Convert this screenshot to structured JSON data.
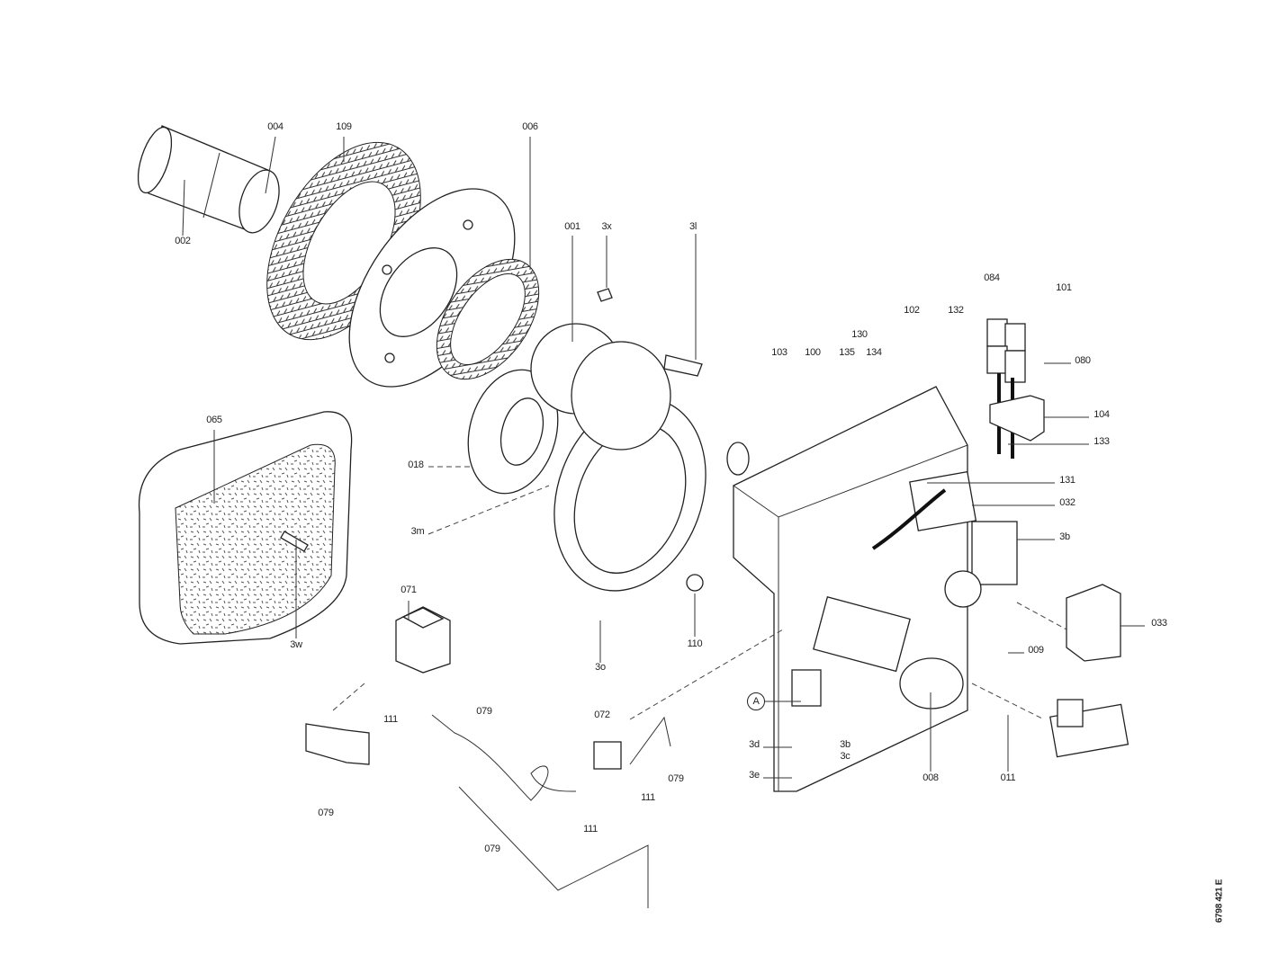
{
  "labels": [
    "004",
    "109",
    "006",
    "002",
    "001",
    "3x",
    "3l",
    "084",
    "101",
    "102",
    "132",
    "130",
    "103",
    "100",
    "135",
    "134",
    "080",
    "104",
    "133",
    "131",
    "032",
    "3b",
    "033",
    "009",
    "065",
    "018",
    "3m",
    "110",
    "3o",
    "3w",
    "071",
    "111",
    "079",
    "072",
    "079",
    "111",
    "111",
    "079",
    "079",
    "A",
    "3d",
    "3b",
    "3c",
    "3e",
    "008",
    "011"
  ],
  "drawing_number": "6798 421 E",
  "colors": {
    "line": "#222222",
    "background": "#ffffff"
  }
}
